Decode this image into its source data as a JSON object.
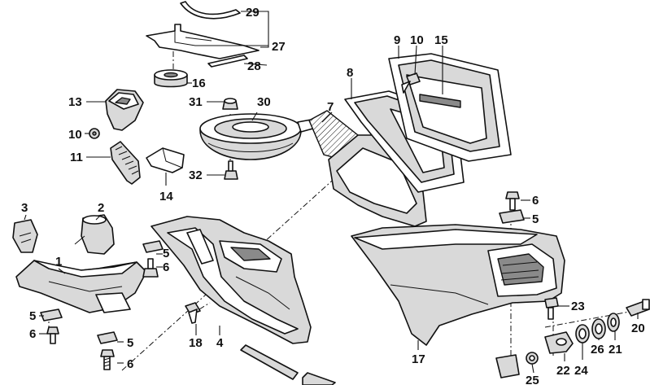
{
  "diagram": {
    "labels": {
      "l1": "1",
      "l2": "2",
      "l3": "3",
      "l4": "4",
      "l5a": "5",
      "l5b": "5",
      "l5c": "5",
      "l5d": "5",
      "l6a": "6",
      "l6b": "6",
      "l6c": "6",
      "l6d": "6",
      "l7": "7",
      "l8": "8",
      "l9": "9",
      "l10a": "10",
      "l10b": "10",
      "l11": "11",
      "l13": "13",
      "l14": "14",
      "l15": "15",
      "l16": "16",
      "l17": "17",
      "l18": "18",
      "l20": "20",
      "l21": "21",
      "l22": "22",
      "l23": "23",
      "l24": "24",
      "l25": "25",
      "l26": "26",
      "l27": "27",
      "l28": "28",
      "l29": "29",
      "l30": "30",
      "l31": "31",
      "l32": "32"
    }
  }
}
